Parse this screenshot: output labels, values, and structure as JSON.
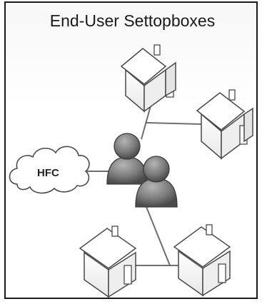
{
  "diagram": {
    "title": "End-User Settopboxes",
    "cloud_label": "HFC",
    "nodes": [
      {
        "name": "house-top",
        "icon": "house-icon"
      },
      {
        "name": "house-right",
        "icon": "house-icon"
      },
      {
        "name": "house-bottom-left",
        "icon": "house-icon"
      },
      {
        "name": "house-bottom-right",
        "icon": "house-icon"
      },
      {
        "name": "users",
        "icon": "users-icon"
      },
      {
        "name": "cloud",
        "icon": "cloud-icon"
      }
    ],
    "colors": {
      "frame": "#1a1a1a",
      "line": "#6e6e6e",
      "house_fill": "#ffffff",
      "house_stroke": "#4a4a4a",
      "user_body": "#7a7a7a",
      "cloud_fill": "#ffffff"
    }
  }
}
